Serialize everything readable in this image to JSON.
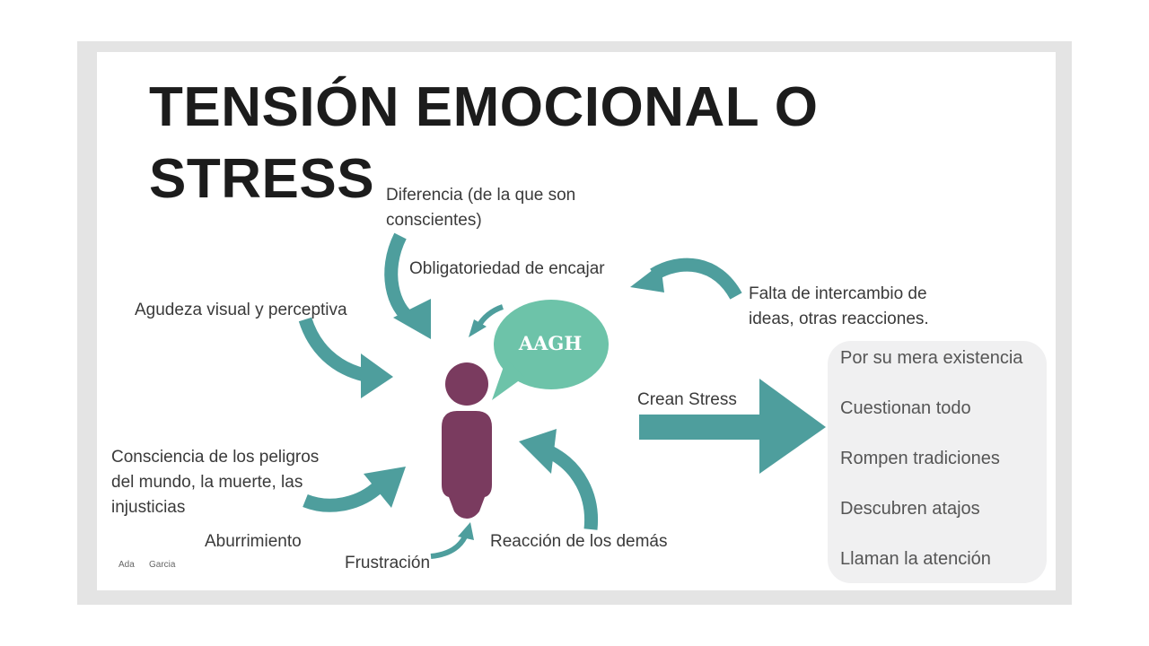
{
  "title": [
    "TENSIÓN EMOCIONAL O",
    "STRESS"
  ],
  "bubble": "AAGH",
  "causes": {
    "diferencia": [
      "Diferencia (de la que son",
      "conscientes)"
    ],
    "obligatoriedad": "Obligatoriedad de encajar",
    "falta": [
      "Falta de intercambio de",
      "ideas, otras reacciones."
    ],
    "agudeza": "Agudeza visual y perceptiva",
    "consciencia": [
      "Consciencia de los peligros",
      "del  mundo, la muerte, las",
      "injusticias"
    ],
    "aburrimiento": "Aburrimiento",
    "frustracion": "Frustración",
    "reaccion": "Reacción de los demás"
  },
  "result_label": "Crean Stress",
  "results": [
    "Por su mera existencia",
    "Cuestionan todo",
    "Rompen tradiciones",
    "Descubren atajos",
    "Llaman la atención"
  ],
  "author": [
    "Ada",
    "Garcia"
  ],
  "colors": {
    "arrow": "#4e9e9d",
    "bubble": "#6dc3a9",
    "figure": "#7a3b5f",
    "panel": "#f0f0f1",
    "title": "#1c1c1c"
  }
}
